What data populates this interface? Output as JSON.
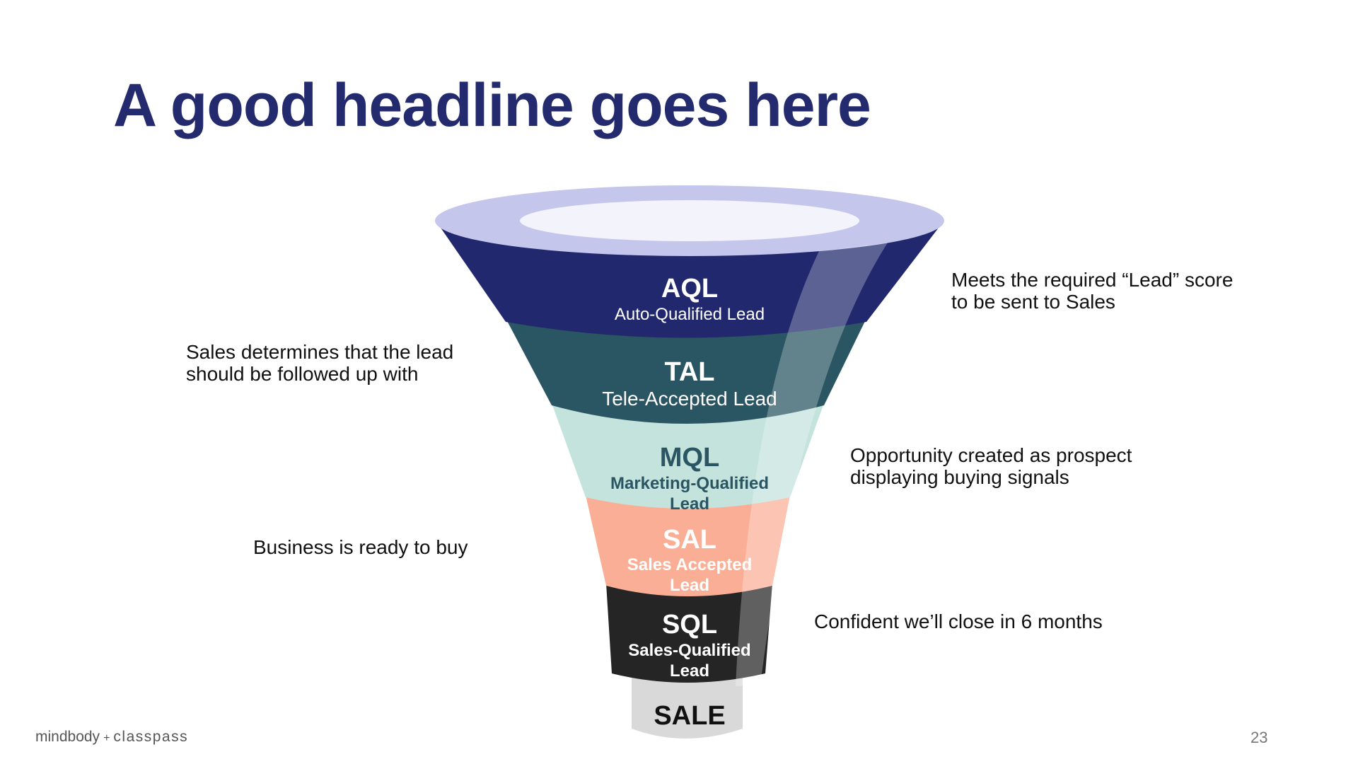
{
  "slide": {
    "headline": "A good headline goes here",
    "page_number": "23"
  },
  "colors": {
    "headline": "#232a6e",
    "rim_outer": "#c4c6ec",
    "rim_inner": "#f3f3fb",
    "aql": "#22286e",
    "tal": "#2a5562",
    "mql": "#c5e3dd",
    "sal": "#fbae96",
    "sql": "#252525",
    "sale": "#d9d9d9"
  },
  "stages": [
    {
      "code": "AQL",
      "name": "Auto-Qualified Lead"
    },
    {
      "code": "TAL",
      "name": "Tele-Accepted Lead"
    },
    {
      "code": "MQL",
      "name_line1": "Marketing-Qualified",
      "name_line2": "Lead"
    },
    {
      "code": "SAL",
      "name_line1": "Sales Accepted",
      "name_line2": "Lead"
    },
    {
      "code": "SQL",
      "name_line1": "Sales-Qualified",
      "name_line2": "Lead"
    },
    {
      "code": "SALE"
    }
  ],
  "annotations": {
    "aql": {
      "line1": "Meets the required “Lead” score",
      "line2": "to be sent to Sales"
    },
    "tal": {
      "line1": "Sales determines that the lead",
      "line2": "should be followed up with"
    },
    "mql": {
      "line1": "Opportunity created as prospect",
      "line2": "displaying buying signals"
    },
    "sal": {
      "line1": "Business is ready to buy"
    },
    "sql": {
      "line1": "Confident we’ll close in 6 months"
    }
  },
  "footer": {
    "brand_left": "mindbody",
    "brand_plus": "+",
    "brand_right": "classpass"
  }
}
